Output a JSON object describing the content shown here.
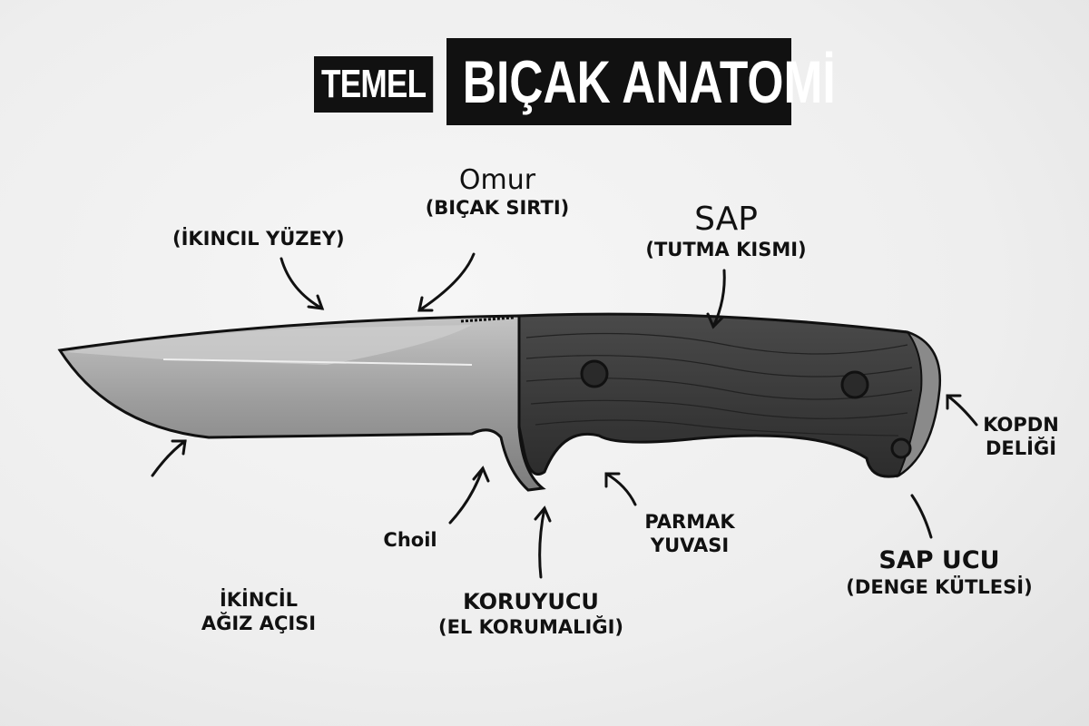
{
  "title": {
    "part1": "TEMEL",
    "part2": "BIÇAK ANATOMİ"
  },
  "labels": {
    "secondary_surface": "(İKINCIL YÜZEY)",
    "spine": "Omur",
    "spine_sub": "(BIÇAK SIRTI)",
    "handle": "SAP",
    "handle_sub": "(TUTMA KISMI)",
    "lanyard_1": "KOPDN",
    "lanyard_2": "DELİĞİ",
    "choil": "Choil",
    "finger_1": "PARMAK",
    "finger_2": "YUVASI",
    "pommel": "SAP UCU",
    "pommel_sub": "(DENGE KÜTLESİ)",
    "guard": "KORUYUCU",
    "guard_sub": "(EL KORUMALIĞI)",
    "edge_1": "İKİNCİL",
    "edge_2": "AĞIZ AÇISI"
  },
  "colors": {
    "blade": "#9a9a9a",
    "handle": "#3a3a3a",
    "outline": "#111111",
    "title_bg": "#111111"
  }
}
